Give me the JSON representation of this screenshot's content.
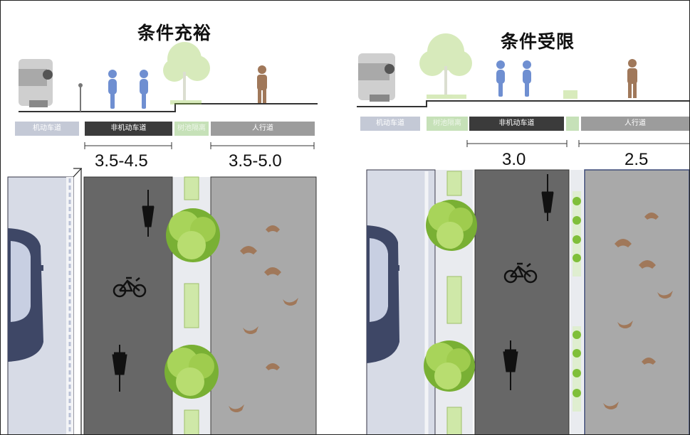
{
  "panels": [
    {
      "title": "条件充裕",
      "strips": [
        "机动车道",
        "非机动车道",
        "树池隔离",
        "人行道"
      ],
      "dims": [
        "3.5-4.5",
        "3.5-5.0"
      ]
    },
    {
      "title": "条件受限",
      "strips": [
        "机动车道",
        "树池隔离",
        "非机动车道",
        "人行道"
      ],
      "dims": [
        "3.0",
        "2.5"
      ]
    }
  ],
  "colors": {
    "car_lane": "#d7dbe6",
    "bike_lane": "#676767",
    "sidewalk": "#a9a9a9",
    "tree_strip": "#e9ebef",
    "tree_green": "#8fc63f",
    "cyclist_blue": "#6f8fd1",
    "pedestrian_brown": "#a0785a"
  }
}
